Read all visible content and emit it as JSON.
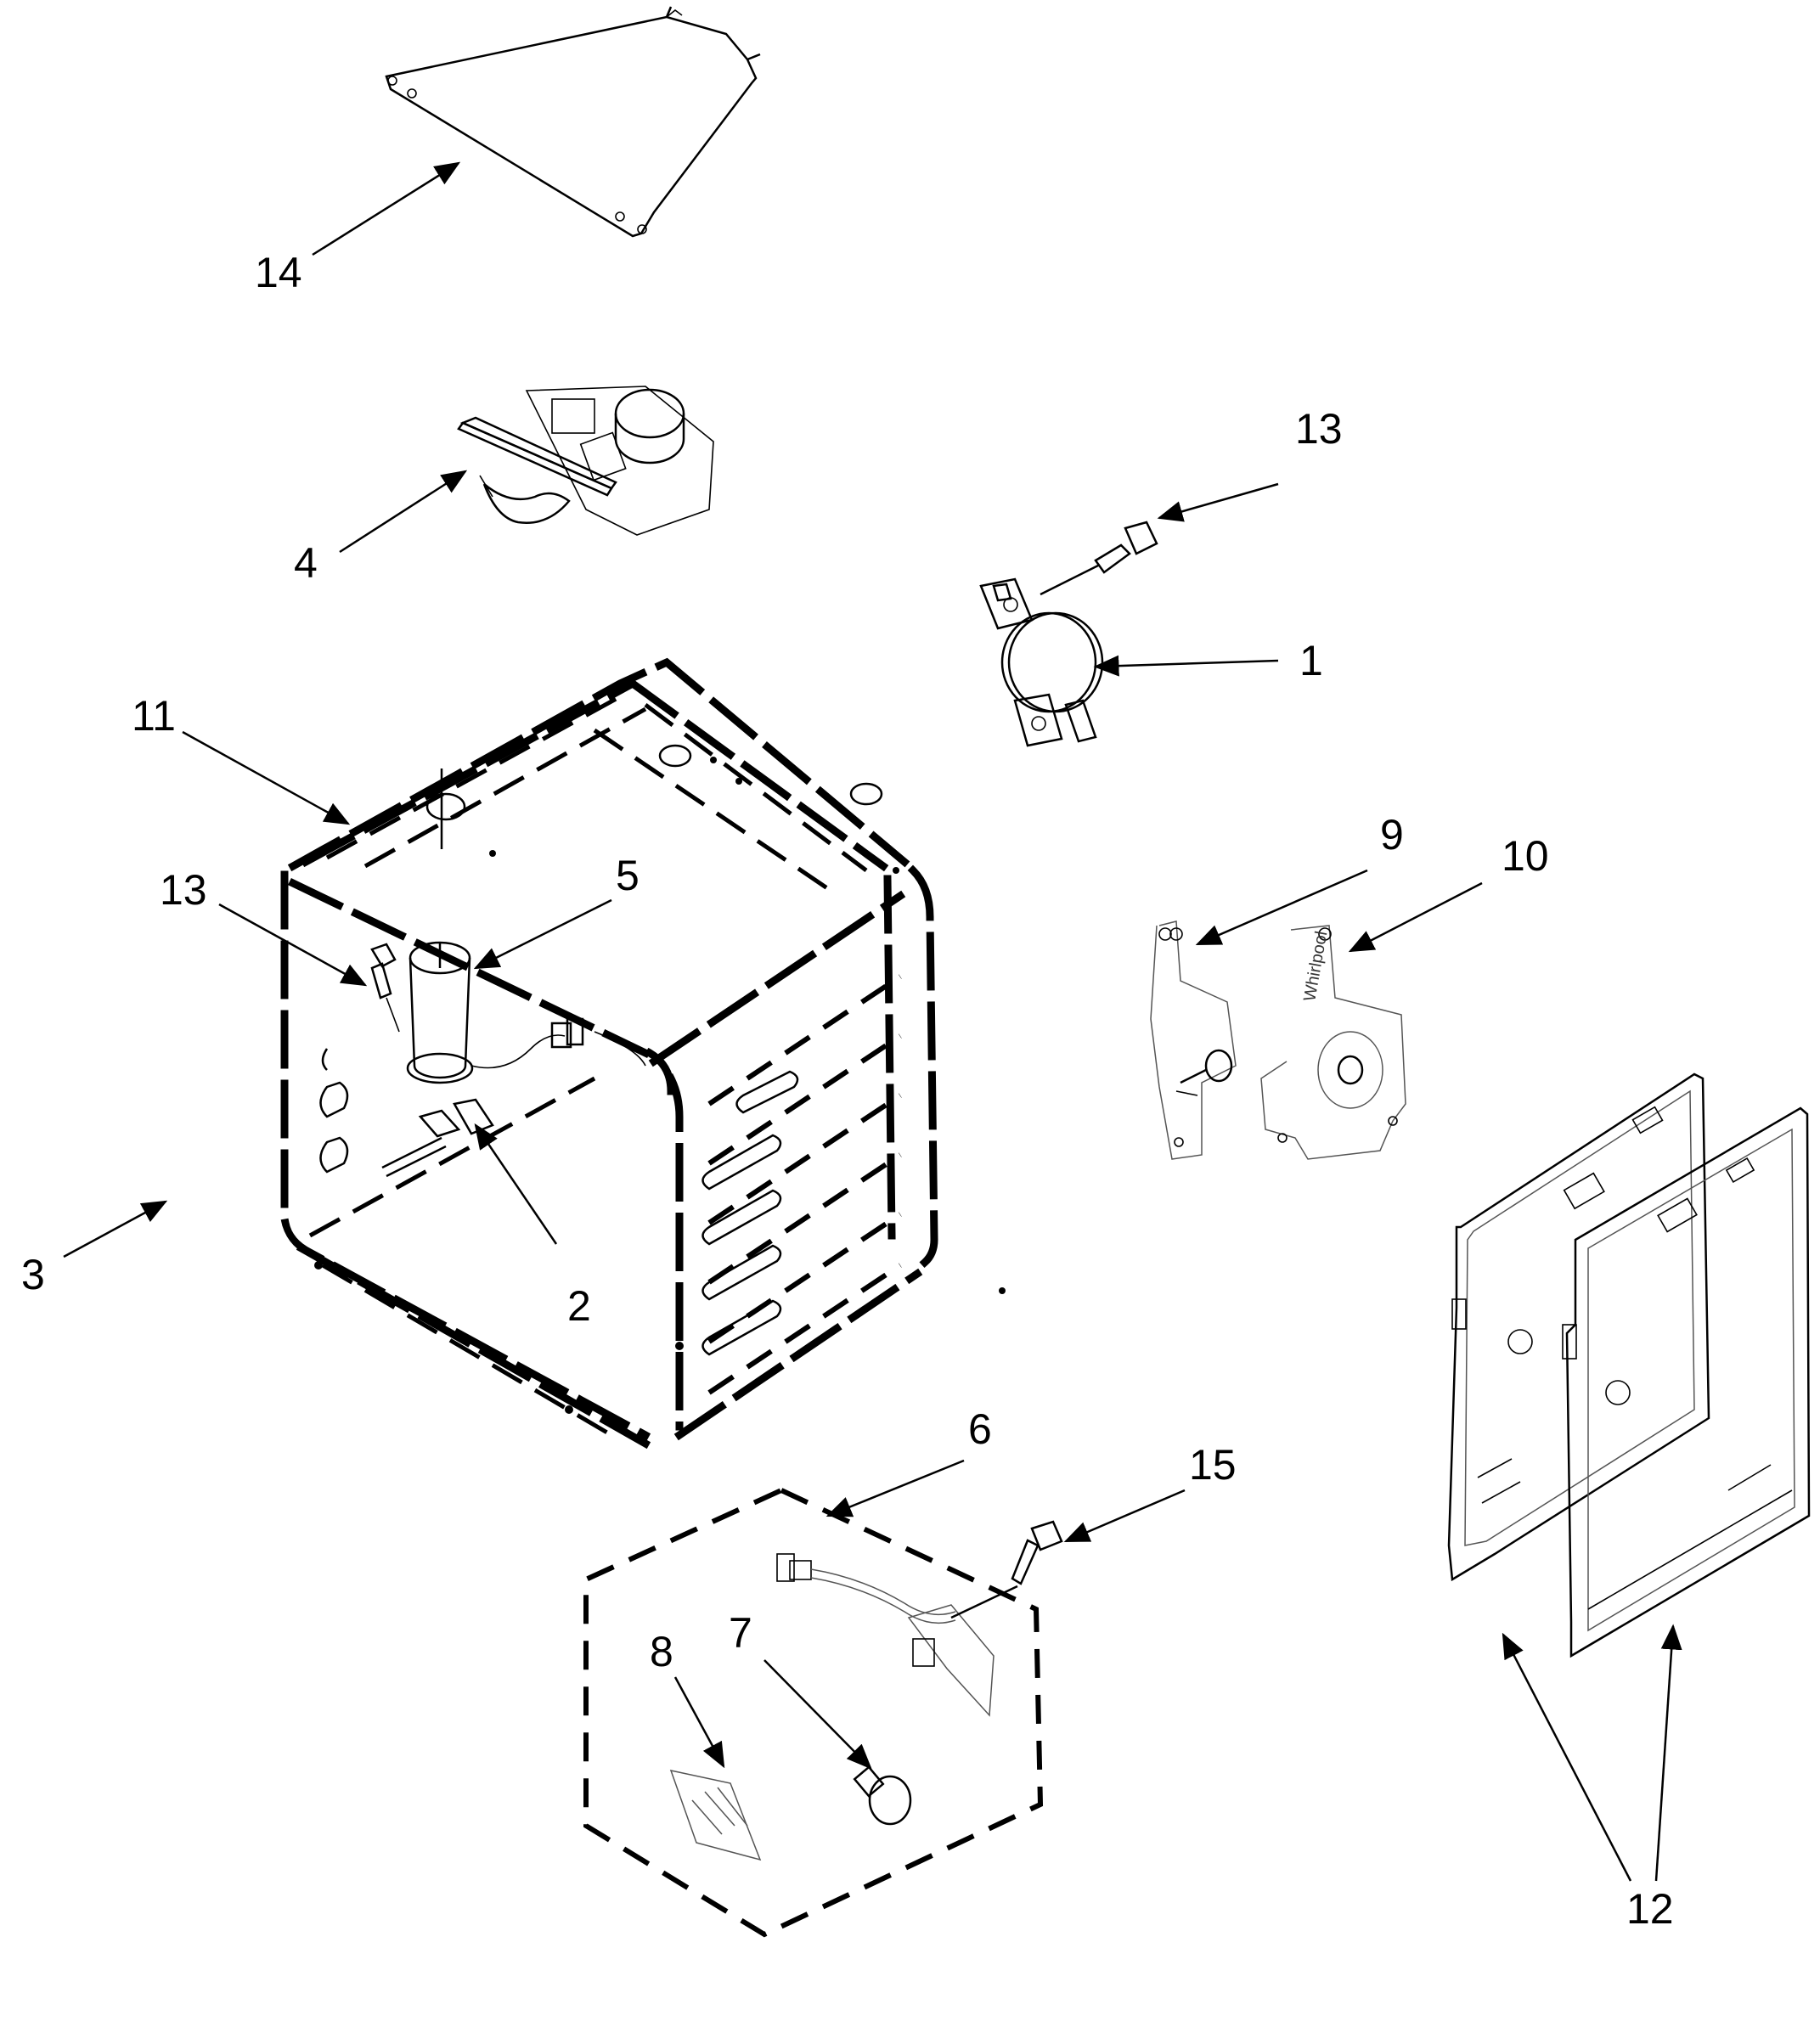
{
  "diagram": {
    "callouts": [
      {
        "id": "14",
        "label": "14"
      },
      {
        "id": "13a",
        "label": "13"
      },
      {
        "id": "4",
        "label": "4"
      },
      {
        "id": "1",
        "label": "1"
      },
      {
        "id": "11",
        "label": "11"
      },
      {
        "id": "5",
        "label": "5"
      },
      {
        "id": "13b",
        "label": "13"
      },
      {
        "id": "9",
        "label": "9"
      },
      {
        "id": "10",
        "label": "10"
      },
      {
        "id": "3",
        "label": "3"
      },
      {
        "id": "2",
        "label": "2"
      },
      {
        "id": "6",
        "label": "6"
      },
      {
        "id": "15",
        "label": "15"
      },
      {
        "id": "8",
        "label": "8"
      },
      {
        "id": "7",
        "label": "7"
      },
      {
        "id": "12",
        "label": "12"
      }
    ],
    "hinge_imprint": "Whirlpool"
  }
}
